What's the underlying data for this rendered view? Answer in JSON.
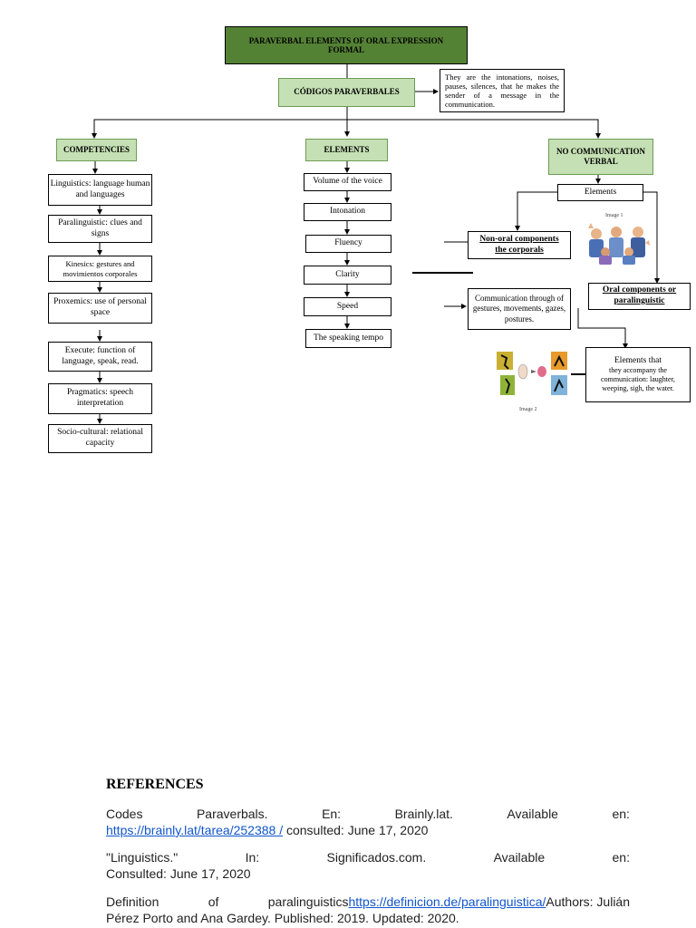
{
  "title": {
    "line1": "PARAVERBAL ELEMENTS OF ORAL EXPRESSION",
    "line2": "FORMAL"
  },
  "codigos": "CÓDIGOS PARAVERBALES",
  "definition": "They are the intonations, noises, pauses, silences, that he makes the sender of a message in the communication.",
  "competencies": {
    "header": "COMPETENCIES",
    "items": [
      "Linguistics: language human and languages",
      "Paralinguistic: clues and signs",
      "Kinesics: gestures and movimientos corporales",
      "Proxemics: use of personal space",
      "Execute: function of language, speak, read.",
      "Pragmatics: speech interpretation",
      "Socio-cultural: relational capacity"
    ]
  },
  "elements": {
    "header": "ELEMENTS",
    "items": [
      "Volume of the voice",
      "Intonation",
      "Fluency",
      "Clarity",
      "Speed",
      "The speaking tempo"
    ]
  },
  "no_communication": {
    "header_line1": "NO COMMUNICATION",
    "header_line2": "VERBAL",
    "elements_label": "Elements",
    "non_oral_line1": "Non-oral components",
    "non_oral_line2": "the corporals",
    "oral_line1": "Oral components or",
    "oral_line2": "paralinguistic",
    "gestures_text": "Communication through of gestures, movements, gazes, postures.",
    "accompany_line1": "Elements that",
    "accompany_line2": "they accompany the communication: laughter, weeping, sigh, the water.",
    "image1_label": "Image 1",
    "image2_label": "Image 2"
  },
  "references": {
    "title": "REFERENCES",
    "ref1_words": [
      "Codes",
      "Paraverbals.",
      "En:",
      "Brainly.lat.",
      "Available",
      "en:"
    ],
    "ref1_link": "https://brainly.lat/tarea/252388 /",
    "ref1_tail": " consulted: June 17, 2020",
    "ref2_words": [
      "\"Linguistics.\"",
      "In:",
      "Significados.com.",
      "Available",
      "en:"
    ],
    "ref2_line2": "Consulted: June 17, 2020",
    "ref3_words": [
      "Definition",
      "of"
    ],
    "ref3_mid": "paralinguistics",
    "ref3_link": "https://definicion.de/paralinguistica/",
    "ref3_tail": "Authors:  Julián",
    "ref3_line2": "Pérez Porto and Ana Gardey. Published: 2019. Updated: 2020."
  }
}
